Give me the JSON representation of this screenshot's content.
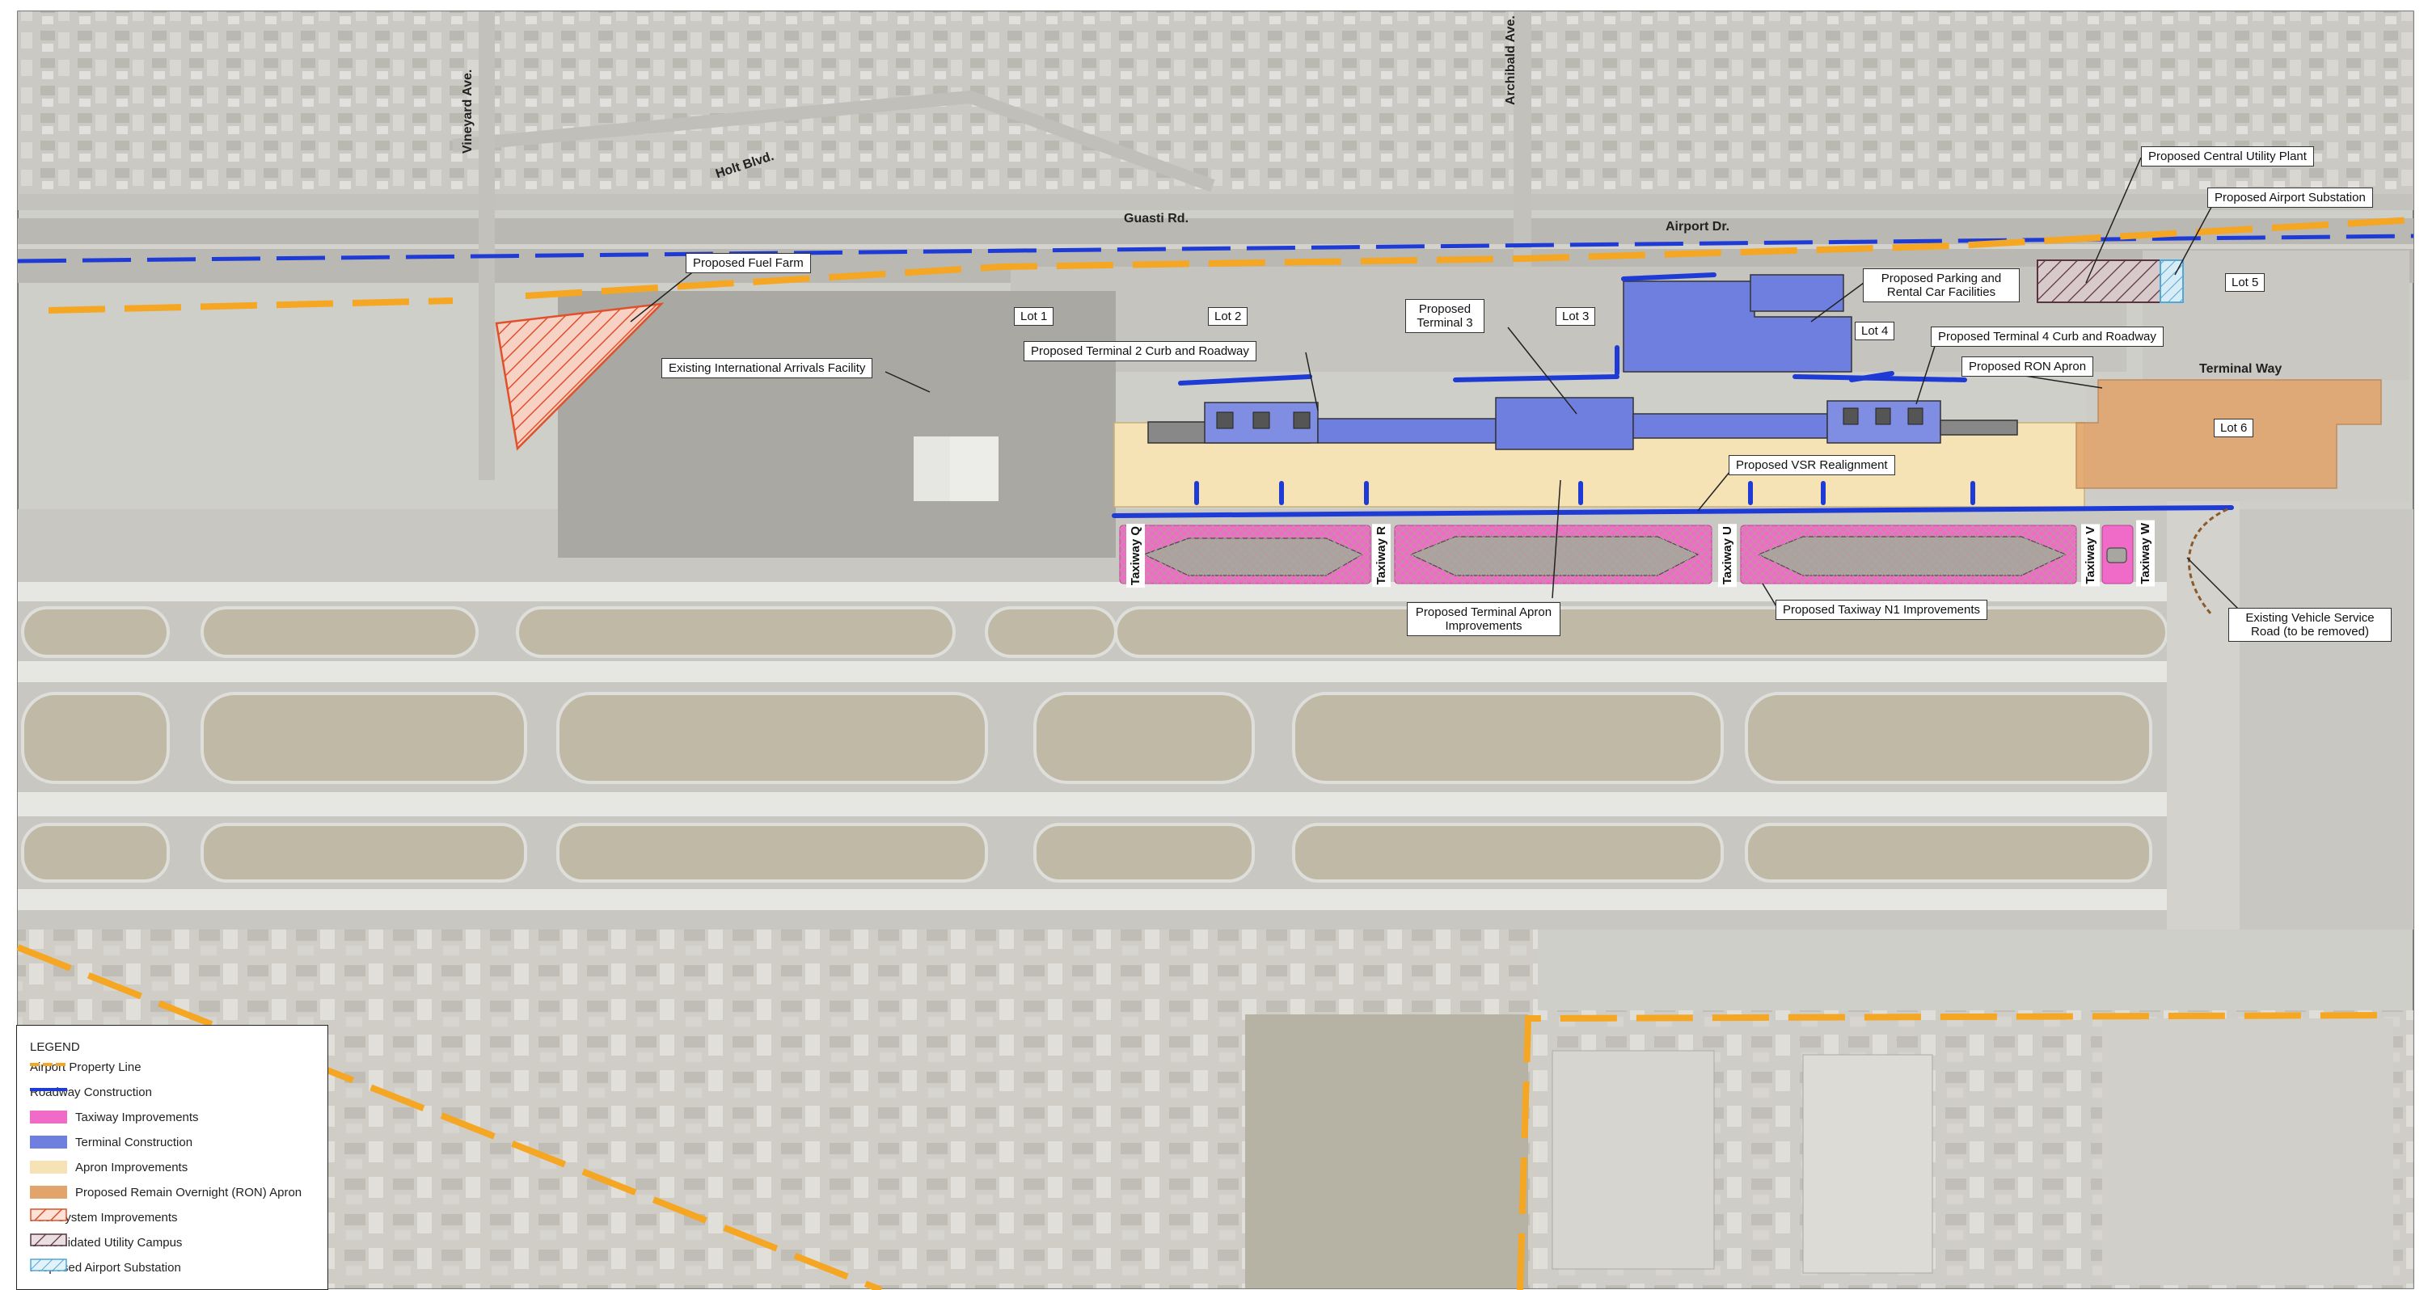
{
  "colors": {
    "property_line": "#f5a623",
    "roadway": "#1f3bd6",
    "taxiway": "#f06ac8",
    "terminal": "#6f7fe0",
    "apron": "#f6e3b5",
    "ron_apron": "#e2a46a",
    "fuel": "#e0502a",
    "utility": "#5a3340",
    "substation": "#4fa8d8"
  },
  "streets": {
    "vineyard": "Vineyard Ave.",
    "archibald": "Archibald Ave.",
    "holt": "Holt Blvd.",
    "guasti": "Guasti Rd.",
    "airport_dr": "Airport Dr.",
    "terminal_way": "Terminal Way"
  },
  "lots": {
    "lot1": "Lot 1",
    "lot2": "Lot 2",
    "lot3": "Lot 3",
    "lot4": "Lot 4",
    "lot5": "Lot 5",
    "lot6": "Lot 6"
  },
  "callouts": {
    "fuel_farm": "Proposed Fuel Farm",
    "intl_arrivals": "Existing International Arrivals Facility",
    "t2_curb": "Proposed Terminal 2 Curb and Roadway",
    "terminal3": "Proposed Terminal 3",
    "parking_rental": "Proposed Parking and Rental Car Facilities",
    "central_utility": "Proposed Central Utility Plant",
    "substation": "Proposed Airport Substation",
    "t4_curb": "Proposed Terminal 4 Curb and Roadway",
    "ron_apron": "Proposed RON Apron",
    "vsr": "Proposed VSR Realignment",
    "apron_improvements": "Proposed Terminal Apron Improvements",
    "taxiway_n1": "Proposed Taxiway N1 Improvements",
    "vehicle_service": "Existing Vehicle Service Road (to be removed)"
  },
  "taxiways": {
    "q": "Taxiway Q",
    "r": "Taxiway R",
    "u": "Taxiway U",
    "v": "Taxiway V",
    "w": "Taxiway W"
  },
  "legend": {
    "title": "LEGEND",
    "items": [
      {
        "label": "Airport Property Line"
      },
      {
        "label": "Roadway Construction"
      },
      {
        "label": "Taxiway Improvements"
      },
      {
        "label": "Terminal Construction"
      },
      {
        "label": "Apron Improvements"
      },
      {
        "label": "Proposed Remain Overnight (RON) Apron"
      },
      {
        "label": "Fuel System Improvements"
      },
      {
        "label": "Consolidated Utility Campus"
      },
      {
        "label": "Proposed Airport Substation"
      }
    ]
  }
}
